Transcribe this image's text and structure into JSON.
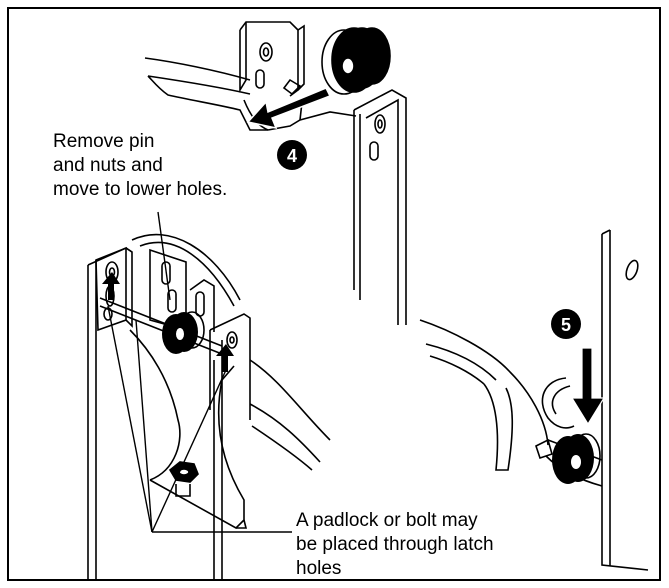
{
  "callouts": {
    "remove_pin": [
      "Remove pin",
      "and nuts and",
      "move to lower holes."
    ],
    "padlock": [
      "A padlock or bolt may",
      "be placed through latch",
      "holes"
    ]
  },
  "steps": {
    "step4": "4",
    "step5": "5"
  },
  "colors": {
    "line": "#000000",
    "background": "#ffffff",
    "badge": "#000000",
    "badge_text": "#ffffff"
  }
}
